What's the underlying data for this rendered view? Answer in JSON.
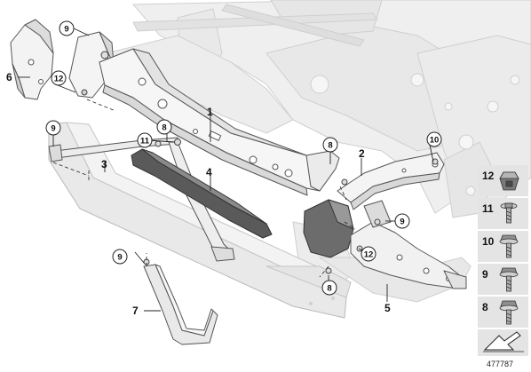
{
  "diagram": {
    "main_labels": [
      "1",
      "2",
      "3",
      "4",
      "5",
      "6",
      "7"
    ],
    "circled_labels": {
      "c9_top": "9",
      "c12_left": "12",
      "c9_left": "9",
      "c11": "11",
      "c8_mid": "8",
      "c8_right": "8",
      "c10": "10",
      "c9_right": "9",
      "c12_right": "12",
      "c9_bottom": "9",
      "c8_bottom": "8"
    },
    "legend": [
      "12",
      "11",
      "10",
      "9",
      "8"
    ],
    "document_number": "477787"
  }
}
